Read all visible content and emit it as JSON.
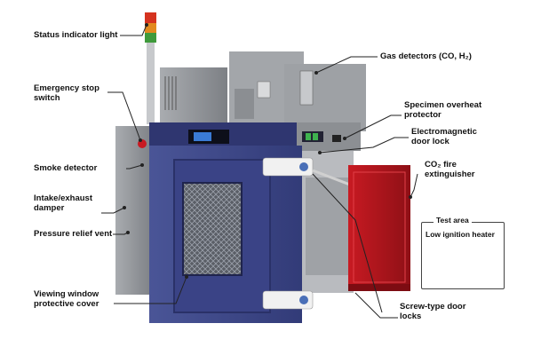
{
  "labels": {
    "status_indicator": "Status indicator light",
    "emergency_stop_1": "Emergency stop",
    "emergency_stop_2": "switch",
    "smoke_detector": "Smoke detector",
    "intake_1": "Intake/exhaust",
    "intake_2": "damper",
    "pressure_relief": "Pressure relief vent",
    "viewing_window_1": "Viewing window",
    "viewing_window_2": "protective cover",
    "gas_detectors": "Gas detectors (CO, H₂)",
    "specimen_1": "Specimen overheat",
    "specimen_2": "protector",
    "door_lock_1": "Electromagnetic",
    "door_lock_2": "door lock",
    "co2_1": "CO₂ fire",
    "co2_2": "extinguisher",
    "screw_1": "Screw-type door",
    "screw_2": "locks"
  },
  "test_area": {
    "title": "Test area",
    "subtitle": "Low ignition heater"
  },
  "colors": {
    "chamber_blue": "#3f4a8c",
    "extinguisher_red": "#b5141b",
    "machine_gray": "#8a8d91"
  }
}
